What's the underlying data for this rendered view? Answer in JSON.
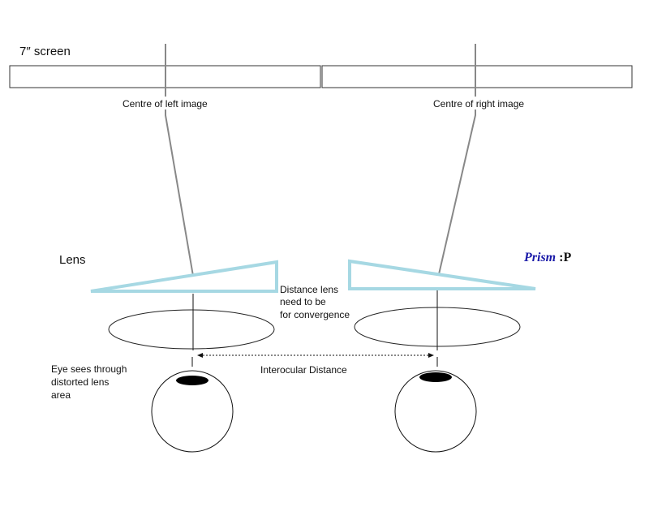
{
  "screen": {
    "label": "7″ screen"
  },
  "labels": {
    "left_centre": "Centre of left image",
    "right_centre": "Centre of right image",
    "lens": "Lens",
    "distance_line1": "Distance lens",
    "distance_line2": "need to be",
    "distance_line3": "for convergence",
    "interocular": "Interocular Distance",
    "eye_line1": "Eye sees through",
    "eye_line2": "distorted lens",
    "eye_line3": "area"
  },
  "legend": {
    "prism_word": "Prism",
    "prism_symbol": " :P"
  },
  "colors": {
    "prism": "#a6d8e3",
    "line": "#888888",
    "ink": "#111111",
    "legend_blue": "#1a1aa8"
  }
}
